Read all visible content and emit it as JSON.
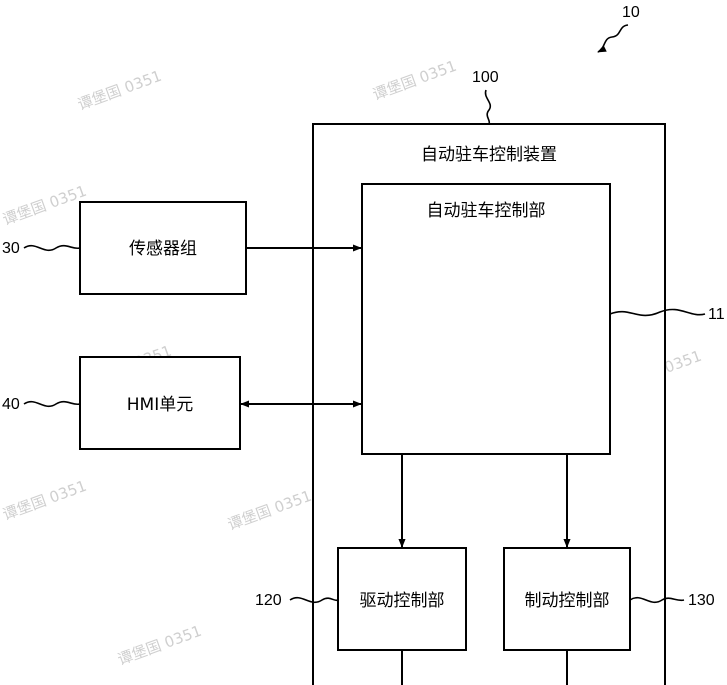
{
  "diagram": {
    "ref_system": "10",
    "ref_device": "100",
    "ref_control_unit": "11",
    "ref_sensors": "30",
    "ref_hmi": "40",
    "ref_drive": "120",
    "ref_brake": "130",
    "device_label": "自动驻车控制装置",
    "control_unit_label": "自动驻车控制部",
    "sensor_group_label": "传感器组",
    "hmi_unit_label": "HMI单元",
    "drive_control_label": "驱动控制部",
    "brake_control_label": "制动控制部"
  },
  "watermark": "谭堡国 0351",
  "colors": {
    "line": "#000000",
    "background": "#ffffff",
    "watermark": "#cfcfcf"
  }
}
